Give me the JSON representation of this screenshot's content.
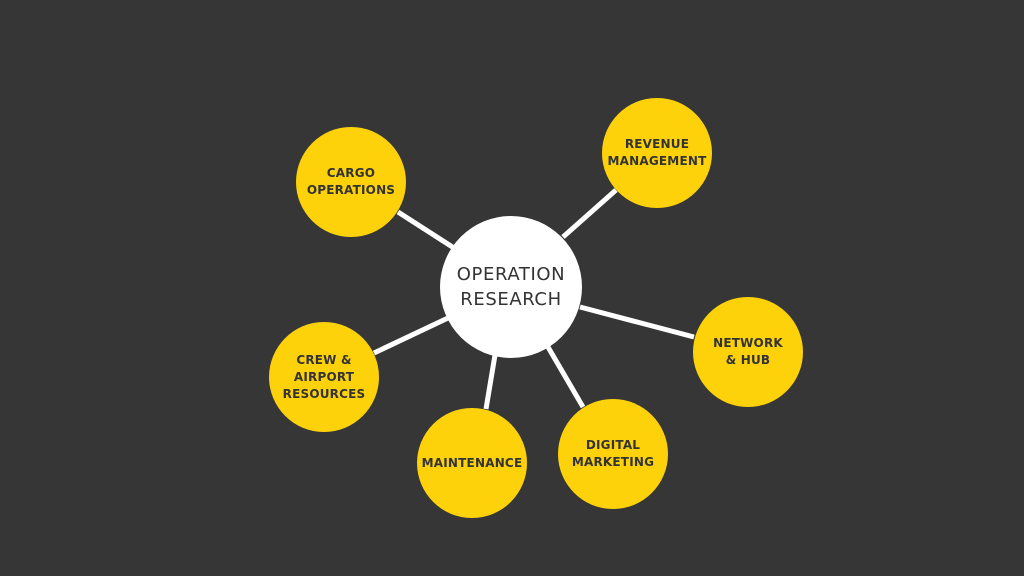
{
  "diagram": {
    "center": {
      "label": "OPERATION\nRESEARCH"
    },
    "nodes": {
      "cargo": {
        "label": "CARGO\nOPERATIONS"
      },
      "revenue": {
        "label": "REVENUE\nMANAGEMENT"
      },
      "network": {
        "label": "NETWORK\n& HUB"
      },
      "crew": {
        "label": "CREW &\nAIRPORT\nRESOURCES"
      },
      "maintenance": {
        "label": "MAINTENANCE"
      },
      "digital": {
        "label": "DIGITAL\nMARKETING"
      }
    },
    "colors": {
      "background": "#363636",
      "node_fill": "#FDD20A",
      "center_fill": "#FFFFFF",
      "connector": "#FFFFFF",
      "text": "#333333"
    }
  }
}
